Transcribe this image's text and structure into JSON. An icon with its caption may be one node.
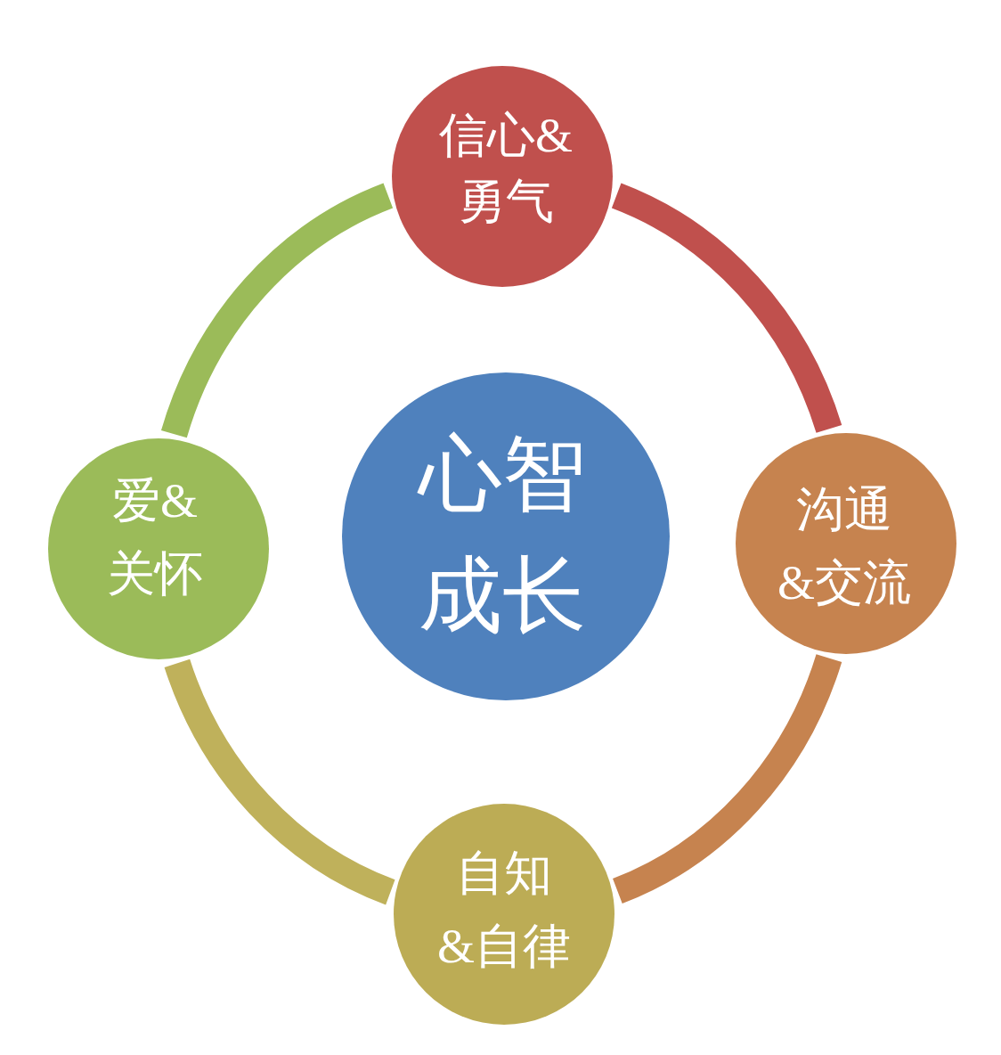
{
  "diagram": {
    "nodes": [
      {
        "text": [
          "心智成长"
        ]
      },
      {
        "text": [
          "信心&勇气"
        ]
      },
      {
        "text": [
          "沟通&交流"
        ]
      },
      {
        "text": [
          "自知&自律"
        ]
      },
      {
        "text": [
          "爱&关怀"
        ]
      }
    ],
    "edges": [
      {
        "from": 1,
        "to": 2,
        "arrow": "none",
        "color": "#c0504d"
      },
      {
        "from": 2,
        "to": 3,
        "arrow": "none",
        "color": "#c6834f"
      },
      {
        "from": 3,
        "to": 4,
        "arrow": "none",
        "color": "#bfb15b"
      },
      {
        "from": 4,
        "to": 1,
        "arrow": "none",
        "color": "#9bbb59"
      }
    ]
  }
}
